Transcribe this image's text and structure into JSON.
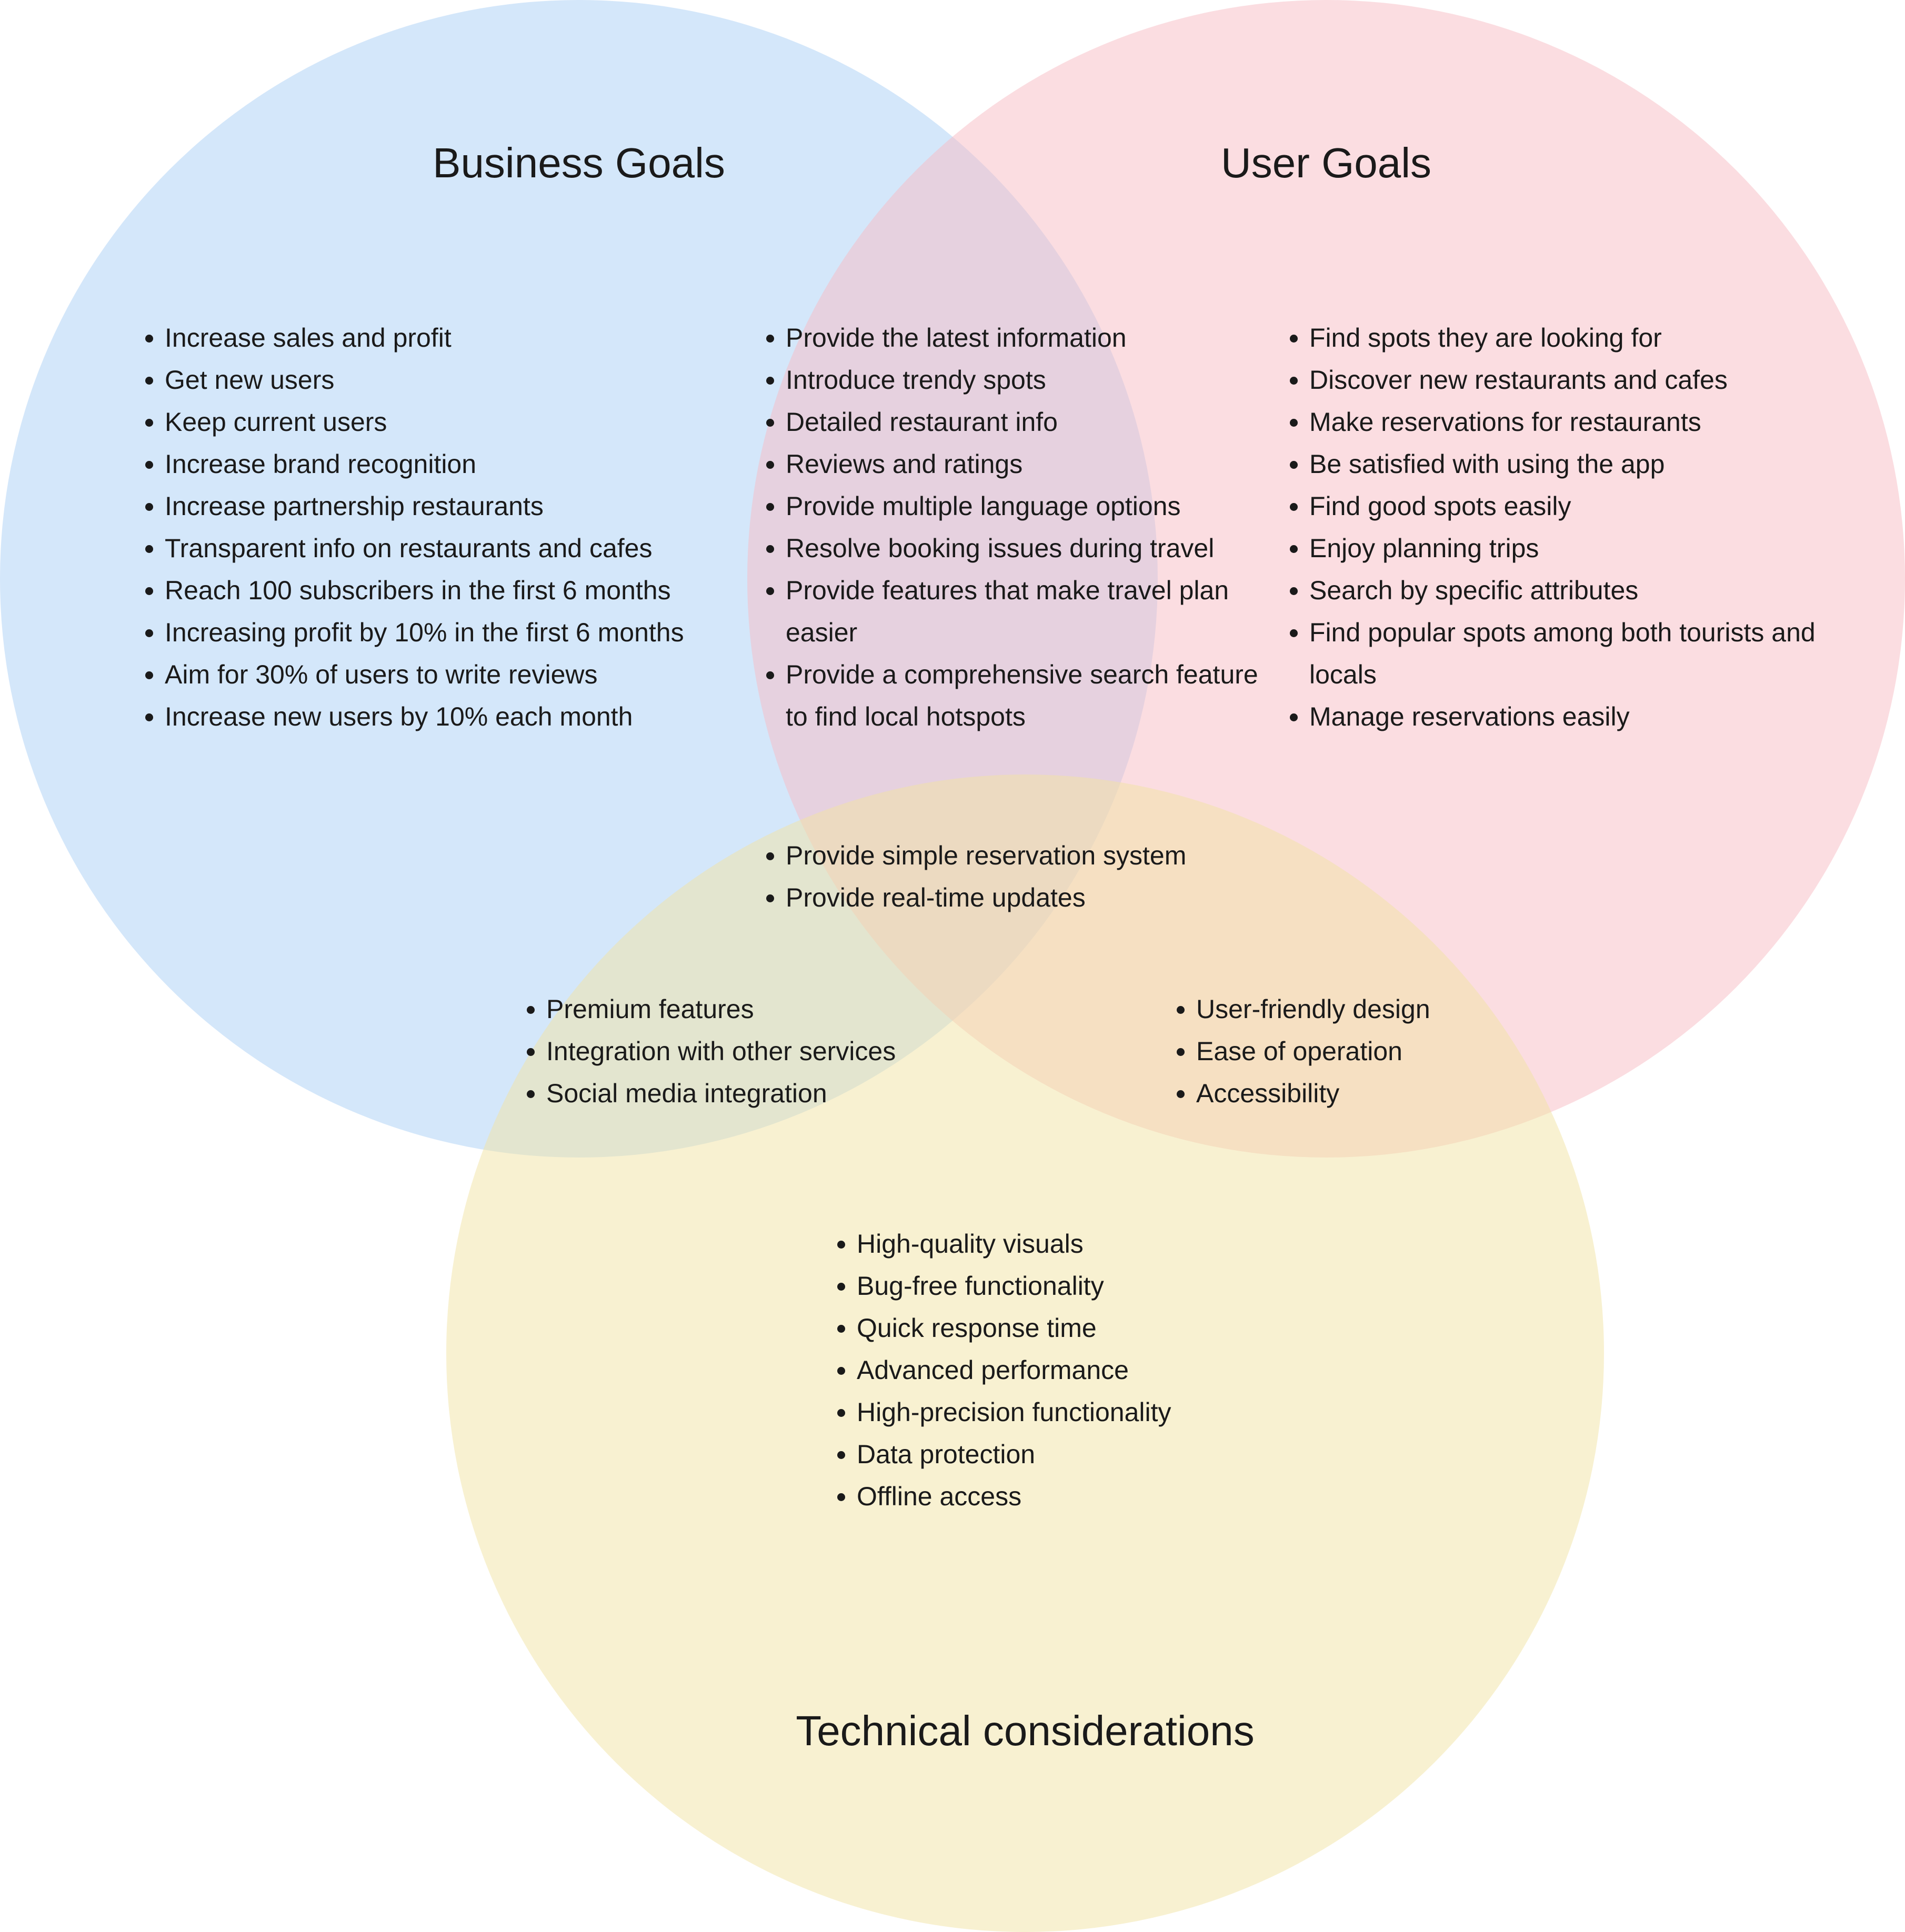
{
  "colors": {
    "business": "#aacff5",
    "user": "#f7bcc4",
    "tech": "#f2e3a3"
  },
  "titles": {
    "business": "Business Goals",
    "user": "User Goals",
    "tech": "Technical considerations"
  },
  "lists": {
    "business": [
      "Increase sales and profit",
      "Get new users",
      "Keep current users",
      "Increase brand recognition",
      "Increase partnership restaurants",
      "Transparent info on restaurants and cafes",
      "Reach 100 subscribers in the first 6 months",
      "Increasing profit by 10% in the first 6 months",
      "Aim for 30% of users to write reviews",
      "Increase new users by 10% each month"
    ],
    "business_user": [
      "Provide the latest information",
      "Introduce trendy spots",
      "Detailed restaurant info",
      "Reviews and ratings",
      "Provide multiple language options",
      "Resolve booking issues during travel",
      "Provide features that make travel plan easier",
      "Provide a comprehensive search feature to find local hotspots"
    ],
    "user": [
      "Find spots they are looking for",
      "Discover new restaurants and cafes",
      "Make reservations for restaurants",
      "Be satisfied with using the app",
      "Find good spots easily",
      "Enjoy planning trips",
      "Search by specific attributes",
      "Find popular spots among both tourists and locals",
      "Manage reservations easily"
    ],
    "all": [
      "Provide simple reservation system",
      "Provide real-time updates"
    ],
    "business_tech": [
      "Premium features",
      "Integration with other services",
      "Social media integration"
    ],
    "user_tech": [
      "User-friendly design",
      "Ease of operation",
      "Accessibility"
    ],
    "tech": [
      "High-quality visuals",
      "Bug-free functionality",
      "Quick response time",
      "Advanced performance",
      "High-precision functionality",
      "Data protection",
      "Offline access"
    ]
  }
}
